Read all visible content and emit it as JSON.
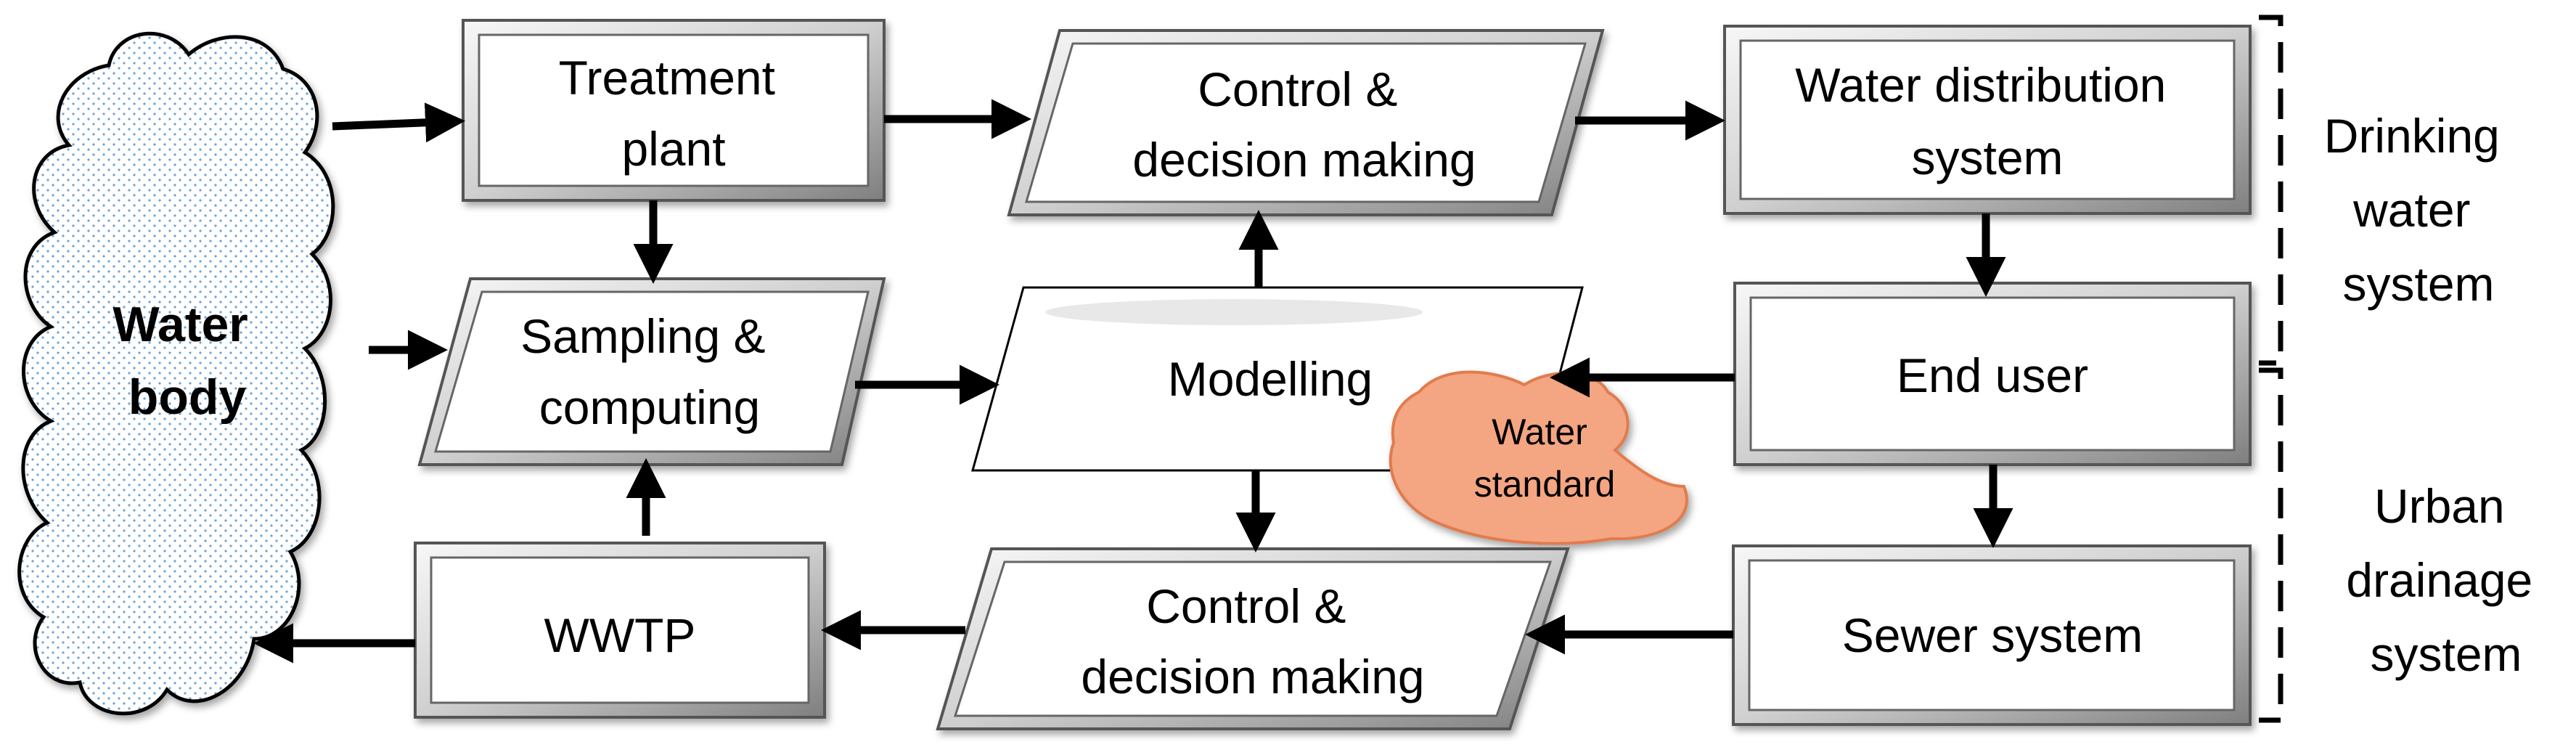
{
  "nodes": {
    "water_body": [
      "Water",
      "body"
    ],
    "treatment_plant": [
      "Treatment",
      "plant"
    ],
    "control_top": [
      "Control &",
      "decision making"
    ],
    "water_distribution": [
      "Water distribution",
      "system"
    ],
    "sampling": [
      "Sampling &",
      "computing"
    ],
    "modelling": [
      "Modelling"
    ],
    "end_user": [
      "End user"
    ],
    "wwtp": [
      "WWTP"
    ],
    "control_bottom": [
      "Control &",
      "decision making"
    ],
    "sewer": [
      "Sewer system"
    ],
    "water_standard": [
      "Water",
      "standard"
    ]
  },
  "groups": {
    "drinking": [
      "Drinking",
      "water",
      "system"
    ],
    "urban": [
      "Urban",
      "drainage",
      "system"
    ]
  },
  "colors": {
    "water_standard_fill": "#f4a582",
    "water_standard_stroke": "#e07b4d",
    "cloud_dots": "#4a90c8",
    "box_bevel_light": "#f2f2f2",
    "box_bevel_dark": "#8c8c8c"
  }
}
